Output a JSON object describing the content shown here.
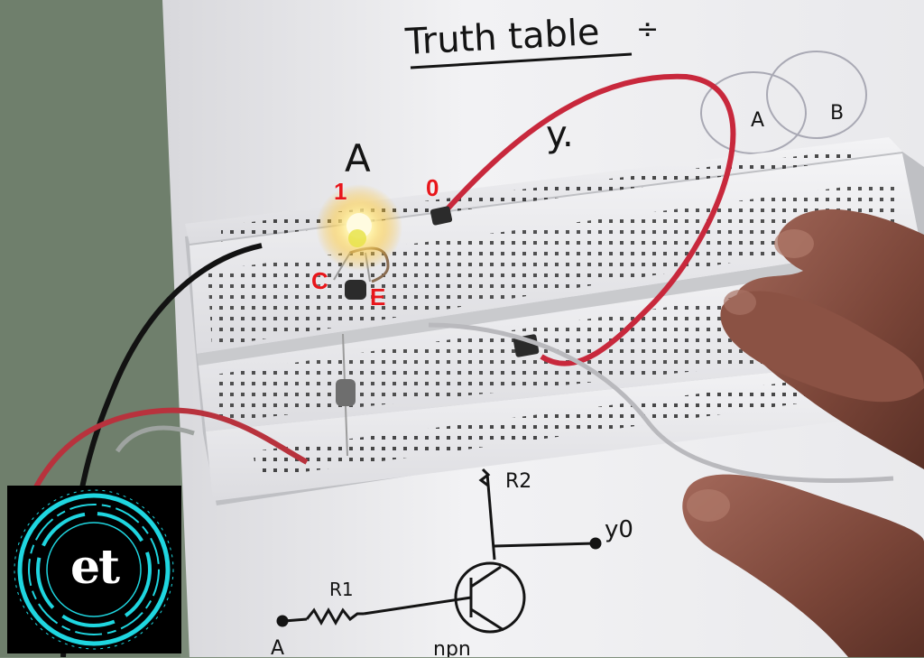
{
  "paper_notes": {
    "heading": "Truth table",
    "heading_colon": "÷",
    "column_a": "A",
    "column_y": "y.",
    "corner_circles": [
      "A",
      "B"
    ],
    "resistor_r1": "R1",
    "resistor_r2": "R2",
    "output_label": "y0",
    "input_label": "A",
    "transistor_type": "npn"
  },
  "overlay_labels": {
    "input_one": "1",
    "output_zero": "0",
    "collector": "C",
    "emitter": "E"
  },
  "logo": {
    "text": "et",
    "ring_color": "#1fd6e0"
  },
  "colors": {
    "label_red": "#e8161b",
    "led_glow": "#fff2a8",
    "wire_red": "#c8283c"
  }
}
